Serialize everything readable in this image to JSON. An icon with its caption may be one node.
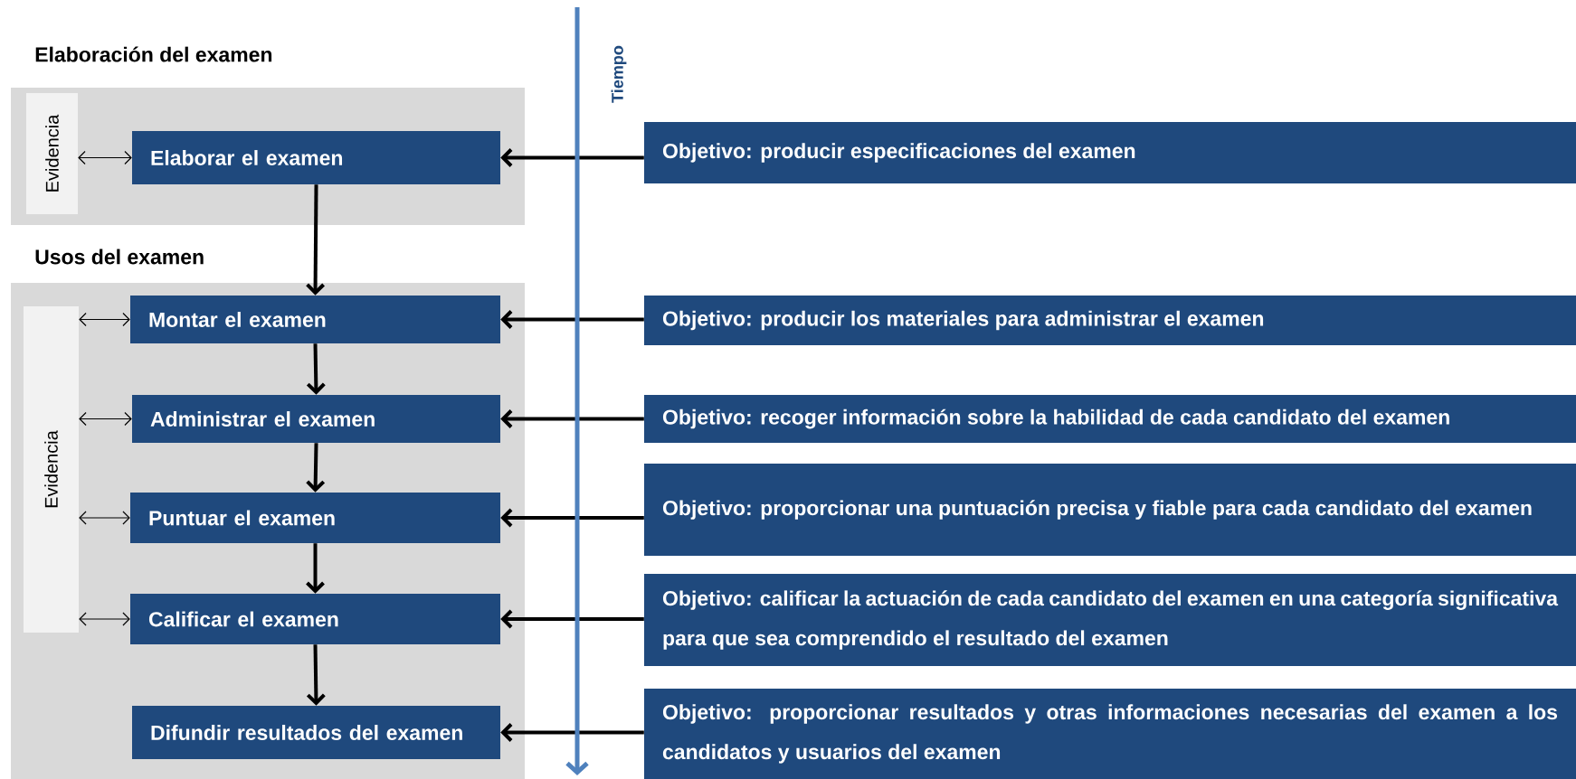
{
  "diagram": {
    "nodes": [
      {
        "text": [
          "Elaboración del examen"
        ]
      },
      {
        "text": [
          "Evidencia"
        ],
        "in": 0
      },
      {
        "text": [
          "Elaborar el examen"
        ],
        "in": 0
      },
      {
        "text": [
          "Usos del examen"
        ]
      },
      {
        "text": [
          "Evidencia"
        ],
        "in": 3
      },
      {
        "text": [
          "Montar el examen"
        ],
        "in": 3
      },
      {
        "text": [
          "Administrar el examen"
        ],
        "in": 3
      },
      {
        "text": [
          "Puntuar el examen"
        ],
        "in": 3
      },
      {
        "text": [
          "Calificar el examen"
        ],
        "in": 3
      },
      {
        "text": [
          "Difundir resultados del examen"
        ],
        "in": 3
      },
      {
        "text": [
          "Objetivo: producir especificaciones del examen"
        ]
      },
      {
        "text": [
          "Objetivo: producir los materiales para administrar el examen"
        ]
      },
      {
        "text": [
          "Objetivo: recoger información sobre la habilidad de cada candidato del examen"
        ]
      },
      {
        "text": [
          "Objetivo: proporcionar una puntuación precisa y fiable para cada candidato del examen"
        ]
      },
      {
        "text": [
          "Objetivo: calificar la actuación de cada candidato del examen en una categoría significativa para que sea comprendido el resultado del examen"
        ]
      },
      {
        "text": [
          "Objetivo: proporcionar resultados y otras informaciones necesarias del examen a los candidatos y usuarios del examen"
        ]
      }
    ],
    "edges": [
      {
        "from": 1,
        "to": 2,
        "arrow": "both"
      },
      {
        "from": 2,
        "to": 5,
        "arrow": "to"
      },
      {
        "from": 5,
        "to": 6,
        "arrow": "to"
      },
      {
        "from": 6,
        "to": 7,
        "arrow": "to"
      },
      {
        "from": 7,
        "to": 8,
        "arrow": "to"
      },
      {
        "from": 8,
        "to": 9,
        "arrow": "to"
      },
      {
        "from": 4,
        "to": 5,
        "arrow": "both"
      },
      {
        "from": 4,
        "to": 6,
        "arrow": "both"
      },
      {
        "from": 4,
        "to": 7,
        "arrow": "both"
      },
      {
        "from": 4,
        "to": 8,
        "arrow": "both"
      },
      {
        "from": 10,
        "to": 2,
        "arrow": "to"
      },
      {
        "from": 11,
        "to": 5,
        "arrow": "to"
      },
      {
        "from": 12,
        "to": 6,
        "arrow": "to"
      },
      {
        "from": 13,
        "to": 7,
        "arrow": "to"
      },
      {
        "from": 14,
        "to": 8,
        "arrow": "to"
      },
      {
        "from": 15,
        "to": 9,
        "arrow": "to"
      }
    ],
    "labels": [
      "Tiempo"
    ]
  }
}
